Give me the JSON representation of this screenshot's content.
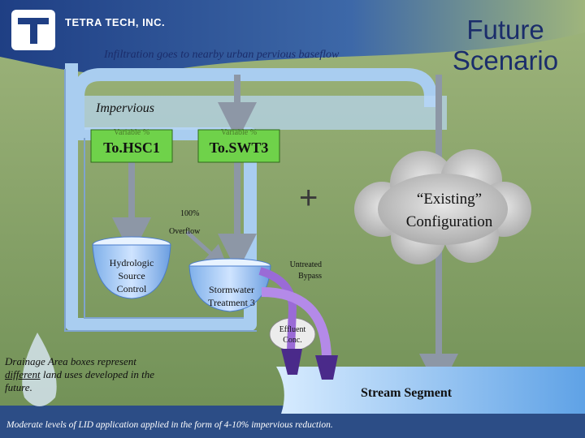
{
  "header": {
    "logo_text": "TETRA TECH, INC.",
    "title_line1": "Future",
    "title_line2": "Scenario"
  },
  "diagram": {
    "infiltration_label": "Infiltration goes to nearby urban pervious baseflow",
    "impervious_label": "Impervious",
    "box_hsc": {
      "variable": "Variable %",
      "name": "To.HSC1"
    },
    "box_swt": {
      "variable": "Variable %",
      "name": "To.SWT3"
    },
    "percent_label": "100%",
    "overflow_label": "Overflow",
    "plus_sign": "+",
    "hydrologic": {
      "line1": "Hydrologic",
      "line2": "Source",
      "line3": "Control"
    },
    "stormwater": {
      "line1": "Stormwater",
      "line2": "Treatment 3"
    },
    "untreated": {
      "line1": "Untreated",
      "line2": "Bypass"
    },
    "effluent": {
      "line1": "Effluent",
      "line2": "Conc."
    },
    "cloud": {
      "line1": "“Existing”",
      "line2": "Configuration"
    },
    "stream_segment": "Stream Segment"
  },
  "note": {
    "part1": "Drainage Area boxes represent ",
    "underlined": "different",
    "part2": " land uses developed in the future."
  },
  "footer": "Moderate levels of LID application applied in the form of 4-10% impervious reduction.",
  "colors": {
    "background_green": "#8aa46a",
    "header_blue": "#2a4a8c",
    "flow_blue": "#a9cdf0",
    "arrow_purple": "#8a5cc8",
    "box_green": "#6fd24a",
    "title_navy": "#1b2d6b"
  }
}
